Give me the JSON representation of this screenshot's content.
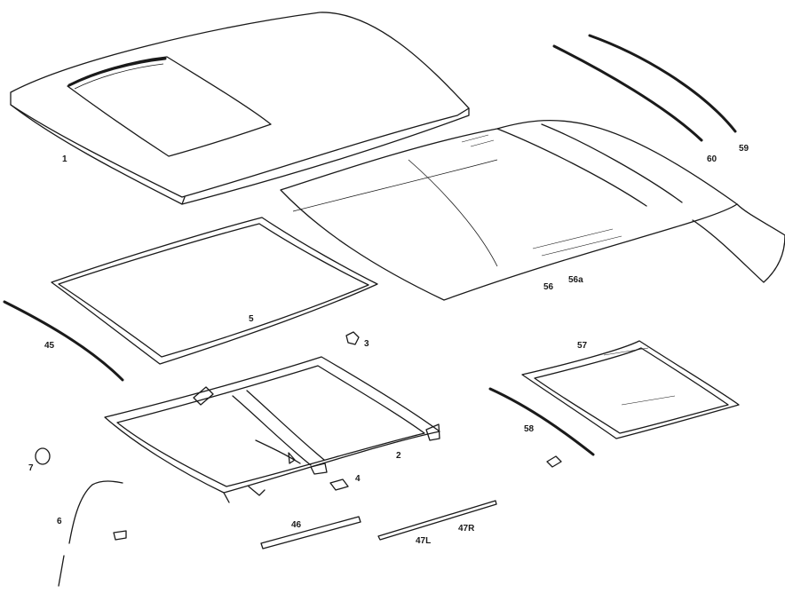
{
  "callouts": {
    "p1": "1",
    "p2": "2",
    "p3": "3",
    "p4": "4",
    "p5": "5",
    "p6": "6",
    "p7": "7",
    "p45": "45",
    "p46": "46",
    "p47l": "47L",
    "p47r": "47R",
    "p56": "56",
    "p56a": "56a",
    "p57": "57",
    "p58": "58",
    "p59": "59",
    "p60": "60"
  }
}
